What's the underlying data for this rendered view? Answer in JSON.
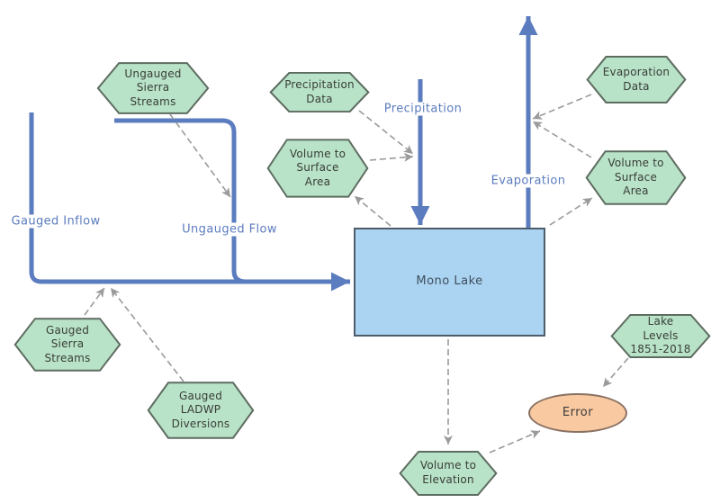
{
  "diagram": {
    "background": "#ffffff",
    "nodes": {
      "ungauged_sierra_streams": {
        "label": "Ungauged\nSierra\nStreams",
        "shape": "hexagon"
      },
      "precipitation_data": {
        "label": "Precipitation\nData",
        "shape": "hexagon"
      },
      "volume_to_surface_area_left": {
        "label": "Volume to\nSurface\nArea",
        "shape": "hexagon"
      },
      "evaporation_data": {
        "label": "Evaporation\nData",
        "shape": "hexagon"
      },
      "volume_to_surface_area_right": {
        "label": "Volume to\nSurface\nArea",
        "shape": "hexagon"
      },
      "gauged_sierra_streams": {
        "label": "Gauged\nSierra\nStreams",
        "shape": "hexagon"
      },
      "gauged_ladwp_diversions": {
        "label": "Gauged\nLADWP\nDiversions",
        "shape": "hexagon"
      },
      "lake_levels_1851_2018": {
        "label": "Lake\nLevels\n1851-2018",
        "shape": "hexagon"
      },
      "volume_to_elevation": {
        "label": "Volume to\nElevation",
        "shape": "hexagon"
      },
      "mono_lake": {
        "label": "Mono Lake",
        "shape": "rectangle"
      },
      "error": {
        "label": "Error",
        "shape": "ellipse"
      }
    },
    "flow_labels": {
      "gauged_inflow": "Gauged Inflow",
      "ungauged_flow": "Ungauged Flow",
      "precipitation": "Precipitation",
      "evaporation": "Evaporation"
    },
    "edges": [
      {
        "from": "gauged_inflow_flow",
        "to": "mono_lake",
        "style": "solid-blue-arrow"
      },
      {
        "from": "ungauged_flow_flow",
        "to": "gauged_inflow_flow",
        "style": "solid-blue"
      },
      {
        "from": "precipitation_flow",
        "to": "mono_lake",
        "style": "solid-blue-arrow"
      },
      {
        "from": "mono_lake",
        "to": "evaporation_flow",
        "style": "solid-blue-arrow"
      },
      {
        "from": "ungauged_sierra_streams",
        "to": "ungauged_flow_flow",
        "style": "dashed-gray-arrow"
      },
      {
        "from": "precipitation_data",
        "to": "precipitation_flow",
        "style": "dashed-gray-arrow"
      },
      {
        "from": "volume_to_surface_area_left",
        "to": "precipitation_flow",
        "style": "dashed-gray-arrow"
      },
      {
        "from": "mono_lake",
        "to": "volume_to_surface_area_left",
        "style": "dashed-gray-arrow"
      },
      {
        "from": "evaporation_data",
        "to": "evaporation_flow",
        "style": "dashed-gray-arrow"
      },
      {
        "from": "volume_to_surface_area_right",
        "to": "evaporation_flow",
        "style": "dashed-gray-arrow"
      },
      {
        "from": "mono_lake",
        "to": "volume_to_surface_area_right",
        "style": "dashed-gray-arrow"
      },
      {
        "from": "gauged_sierra_streams",
        "to": "gauged_inflow_flow",
        "style": "dashed-gray-arrow"
      },
      {
        "from": "gauged_ladwp_diversions",
        "to": "gauged_inflow_flow",
        "style": "dashed-gray-arrow"
      },
      {
        "from": "mono_lake",
        "to": "volume_to_elevation",
        "style": "dashed-gray-arrow"
      },
      {
        "from": "volume_to_elevation",
        "to": "error",
        "style": "dashed-gray-arrow"
      },
      {
        "from": "lake_levels_1851_2018",
        "to": "error",
        "style": "dashed-gray-arrow"
      }
    ],
    "colors": {
      "hexagon_fill": "#b9e3c8",
      "hexagon_border": "#5d6c60",
      "lake_fill": "#abd4f2",
      "lake_border": "#4c5c6a",
      "flow_arrow_blue": "#5b7cbe",
      "flow_label_blue": "#5b7cbe",
      "dashed_connector_gray": "#9a9a9a",
      "error_fill": "#f9c9a1",
      "error_border": "#8a7263",
      "node_text": "#383d38"
    }
  }
}
